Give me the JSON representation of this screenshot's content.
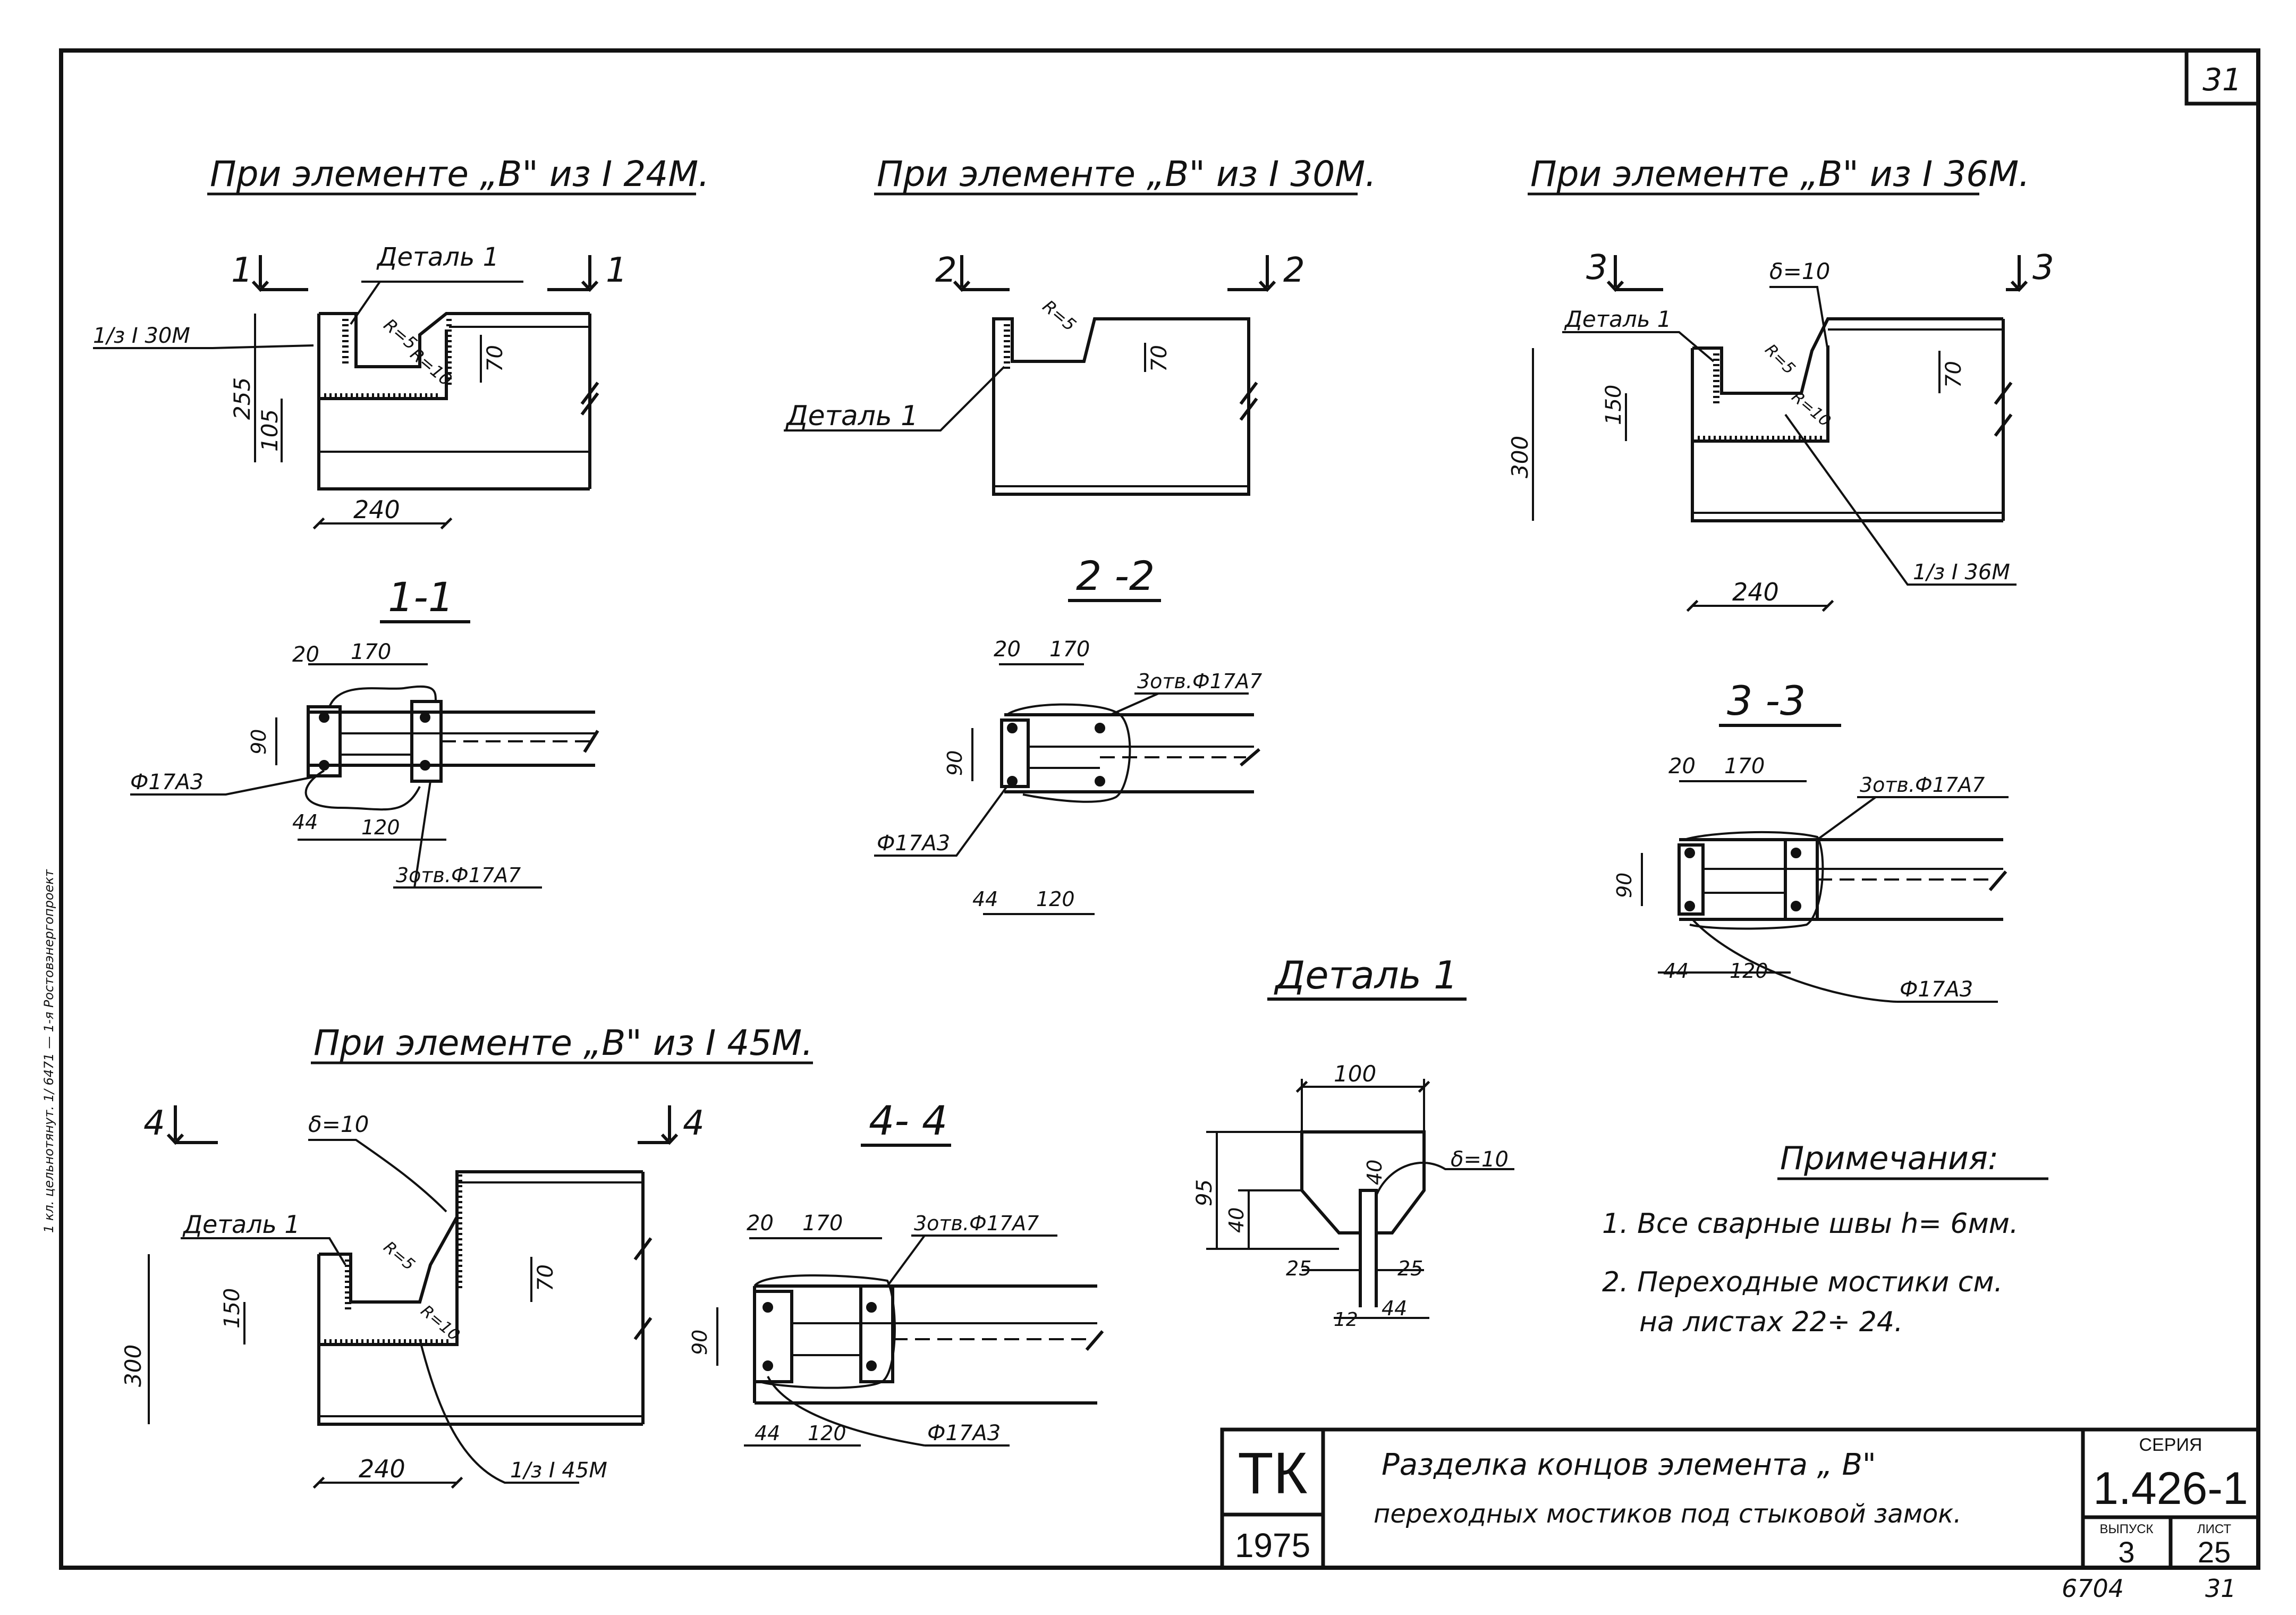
{
  "sheet_number": "31",
  "titles": {
    "v1": "При элементе „В\" из I 24М.",
    "v2": "При элементе „В\" из I 30М.",
    "v3": "При элементе „В\" из I 36М.",
    "v4": "При элементе „В\" из I 45М."
  },
  "sections": {
    "s11": "1-1",
    "s22": "2 -2",
    "s33": "3 -3",
    "s44": "4- 4",
    "detail": "Деталь 1"
  },
  "cut_marks": {
    "c1": "1",
    "c2": "2",
    "c3": "3",
    "c4": "4"
  },
  "labels": {
    "detail1": "Деталь 1",
    "el_i30": "1/з I 30М",
    "el_i36": "1/з I 36М",
    "el_i45": "1/з I 45М",
    "delta10": "δ=10",
    "r5": "R=5",
    "r10": "R=10",
    "phi17": "Ф17А3",
    "holes3": "3отв.Ф17А7"
  },
  "dims": {
    "d240": "240",
    "d255": "255",
    "d105": "105",
    "d70": "70",
    "d150": "150",
    "d300": "300",
    "d20": "20",
    "d170": "170",
    "d90": "90",
    "d44": "44",
    "d120": "120",
    "d100": "100",
    "d95": "95",
    "d40": "40",
    "d25": "25",
    "d12": "12"
  },
  "notes": {
    "heading": "Примечания:",
    "n1": "1. Все сварные швы h= 6мм.",
    "n2a": "2. Переходные мостики см.",
    "n2b": "на листах 22÷ 24."
  },
  "title_block": {
    "org": "ТК",
    "year": "1975",
    "title_l1": "Разделка концов элемента „ В\"",
    "title_l2": "переходных мостиков под стыковой замок.",
    "series_label": "СЕРИЯ",
    "series": "1.426-1",
    "issue_label": "ВЫПУСК",
    "issue": "3",
    "sheet_label": "ЛИСТ",
    "sheet": "25"
  },
  "footer": {
    "code": "6704",
    "page": "31"
  },
  "margin_text": "1 кл. цельнотянут. 1/ 6471 — 1-я Ростовэнергопроект"
}
